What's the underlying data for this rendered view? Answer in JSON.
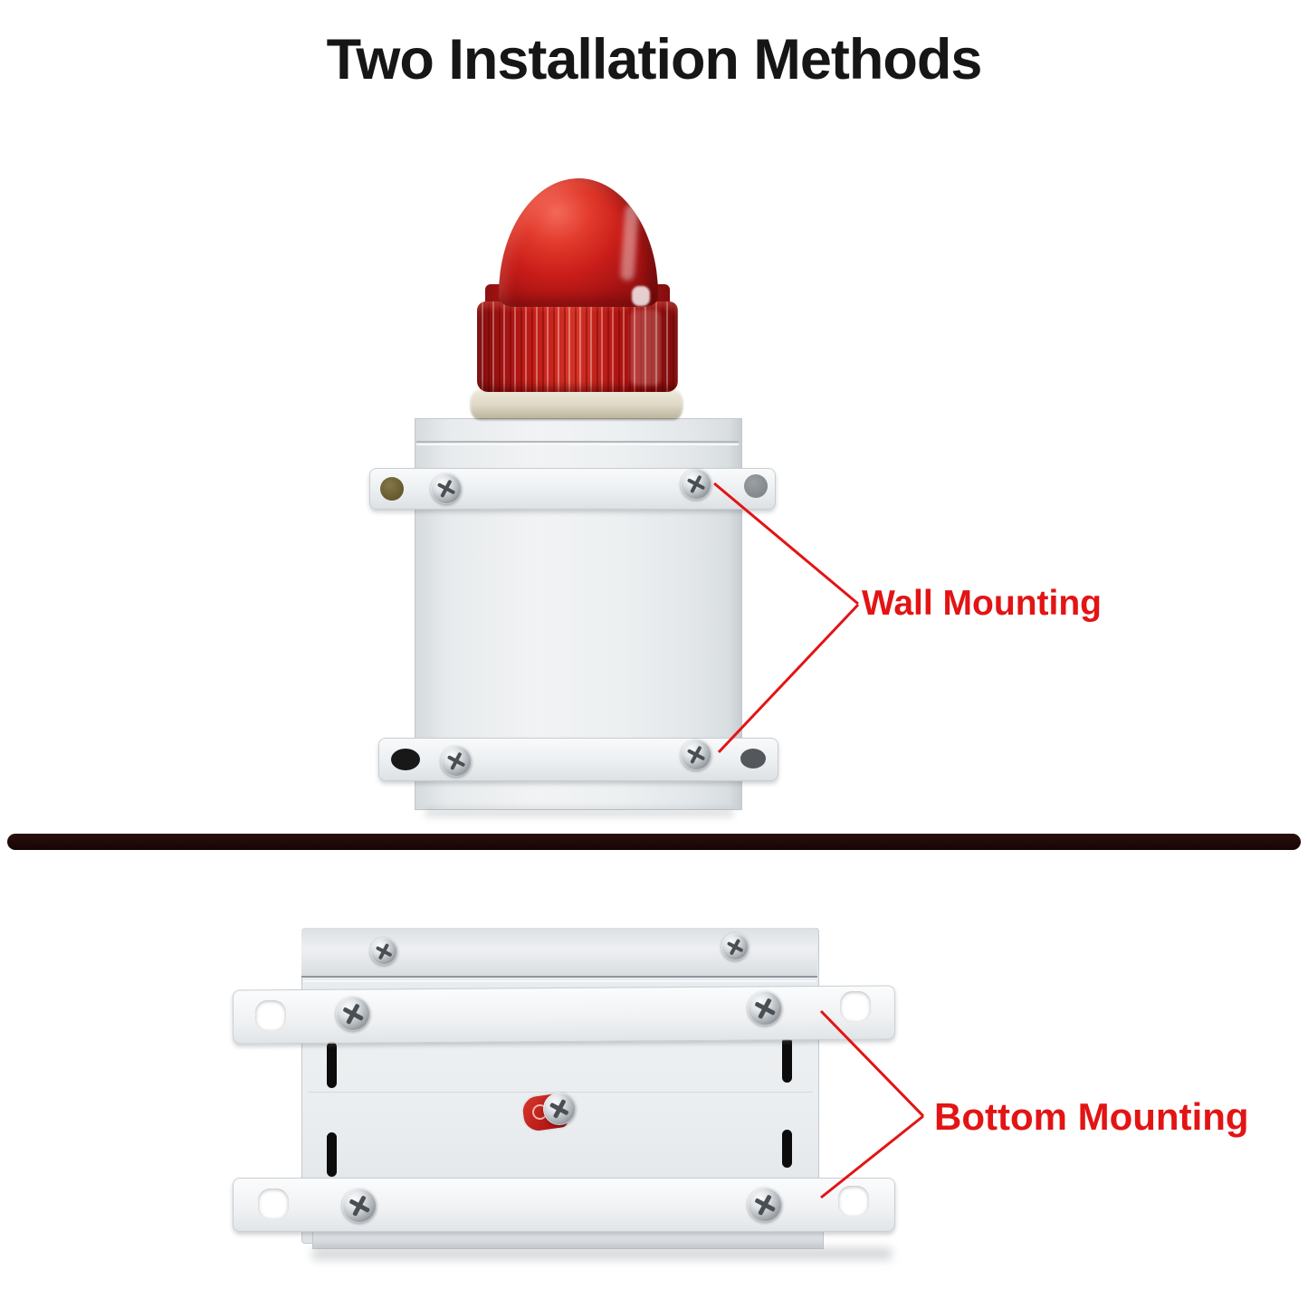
{
  "title": "Two Installation Methods",
  "labels": {
    "wall": "Wall Mounting",
    "bottom": "Bottom Mounting"
  },
  "colors": {
    "annotation_red": "#e31414",
    "divider_brown": "#1f0a08",
    "beacon_red": "#c41717",
    "enclosure_gray": "#e9eced",
    "background": "#ffffff"
  }
}
